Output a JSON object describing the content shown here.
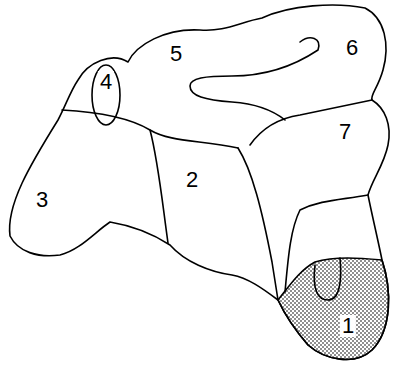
{
  "diagram": {
    "labels": [
      "6",
      "5",
      "4",
      "7",
      "2",
      "3",
      "1"
    ]
  }
}
